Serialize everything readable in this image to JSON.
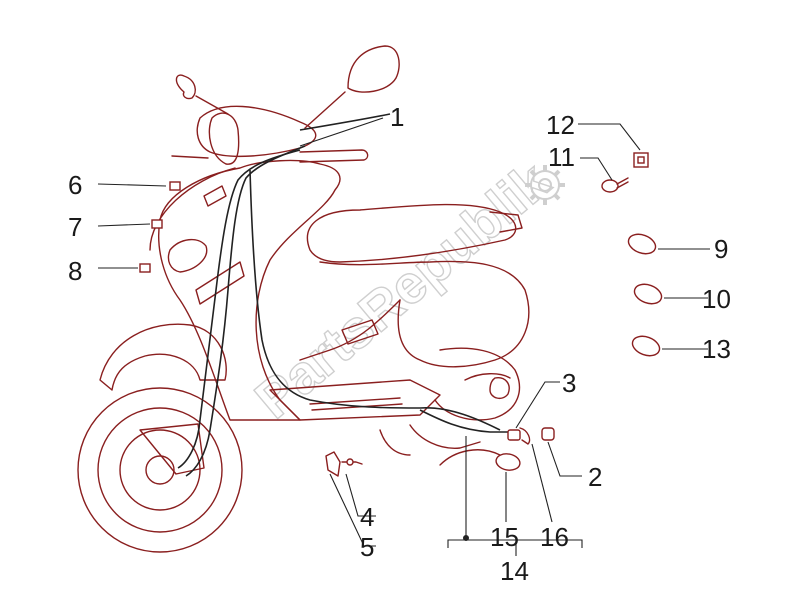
{
  "watermark": {
    "text": "PartsRepublik",
    "icon": "gear-icon",
    "color": "#cfcfcf"
  },
  "colors": {
    "outline": "#8a1f1f",
    "cable": "#222222",
    "text": "#1a1a1a"
  },
  "callouts": {
    "c1": "1",
    "c2": "2",
    "c3": "3",
    "c4": "4",
    "c5": "5",
    "c6": "6",
    "c7": "7",
    "c8": "8",
    "c9": "9",
    "c10": "10",
    "c11": "11",
    "c12": "12",
    "c13": "13",
    "c14": "14",
    "c15": "15",
    "c16": "16"
  }
}
